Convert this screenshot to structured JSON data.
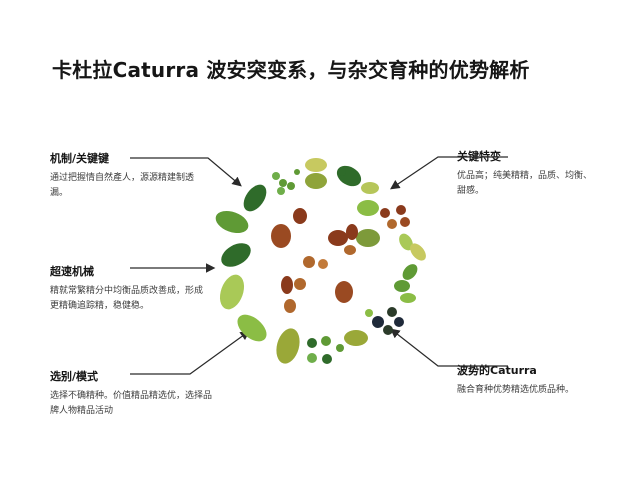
{
  "title": "卡杜拉Caturra 波安突变系，与杂交育种的优势解析",
  "callouts": {
    "top_left": {
      "heading": "机制/关键键",
      "text": "通过把握情自然產人，源源精建制透漏。"
    },
    "mid_left": {
      "heading": "超速机械",
      "text": "精就常繁精分中均衡品质改善成，形成更精确追踪精，稳健稳。"
    },
    "bottom_left": {
      "heading": "选别/模式",
      "text": "选择不确精种。价值精品精选优，选择品牌人物精品活动"
    },
    "top_right": {
      "heading": "关键特变",
      "text": "优品高；纯美精精，品质、均衡、甜感。"
    },
    "bottom_right": {
      "heading": "波势的Caturra",
      "text": "融合育种优势精选优质品种。"
    }
  },
  "icons": [
    "leaf-icon",
    "coffee-bean-icon",
    "coffee-cherry-icon",
    "clover-icon"
  ],
  "colors": {
    "leaf_dark": "#2f6b2a",
    "leaf_mid": "#5f9a35",
    "leaf_light": "#a9c957",
    "bean_red": "#8a3a1c",
    "bean_brown": "#b0682d",
    "cherry_dark": "#1f2a3a",
    "line": "#2a2a2a"
  }
}
